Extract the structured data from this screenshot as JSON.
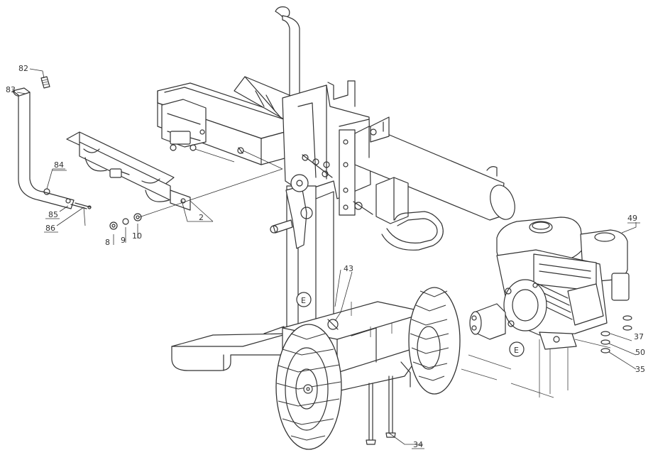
{
  "callouts": {
    "c82": "82",
    "c83": "83",
    "c84": "84",
    "c85": "85",
    "c86": "86",
    "c2": "2",
    "c8": "8",
    "c9": "9",
    "c10": "10",
    "c43": "43",
    "c49": "49",
    "c37": "37",
    "c50": "50",
    "c35": "35",
    "c34": "34",
    "markE1": "E",
    "markE2": "E"
  }
}
